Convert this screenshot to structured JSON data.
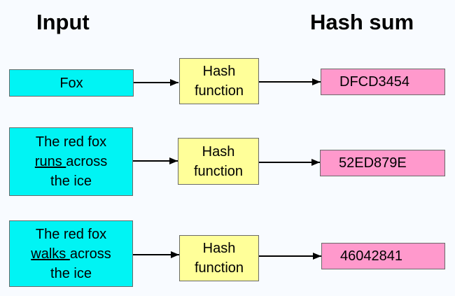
{
  "headers": {
    "input": "Input",
    "hash_sum": "Hash sum"
  },
  "rows": [
    {
      "input_lines": [
        "Fox"
      ],
      "function": [
        "Hash",
        "function"
      ],
      "hash": "DFCD3454"
    },
    {
      "input_lines": [
        "The red fox",
        "runs ",
        "across",
        "the ice"
      ],
      "function": [
        "Hash",
        "function"
      ],
      "hash": "52ED879E"
    },
    {
      "input_lines": [
        "The red fox",
        "walks ",
        "across",
        "the ice"
      ],
      "function": [
        "Hash",
        "function"
      ],
      "hash": "46042841"
    }
  ],
  "colors": {
    "input": "#00f4f4",
    "function": "#ffff99",
    "hash": "#ff99cc",
    "background": "#f8fbff"
  }
}
